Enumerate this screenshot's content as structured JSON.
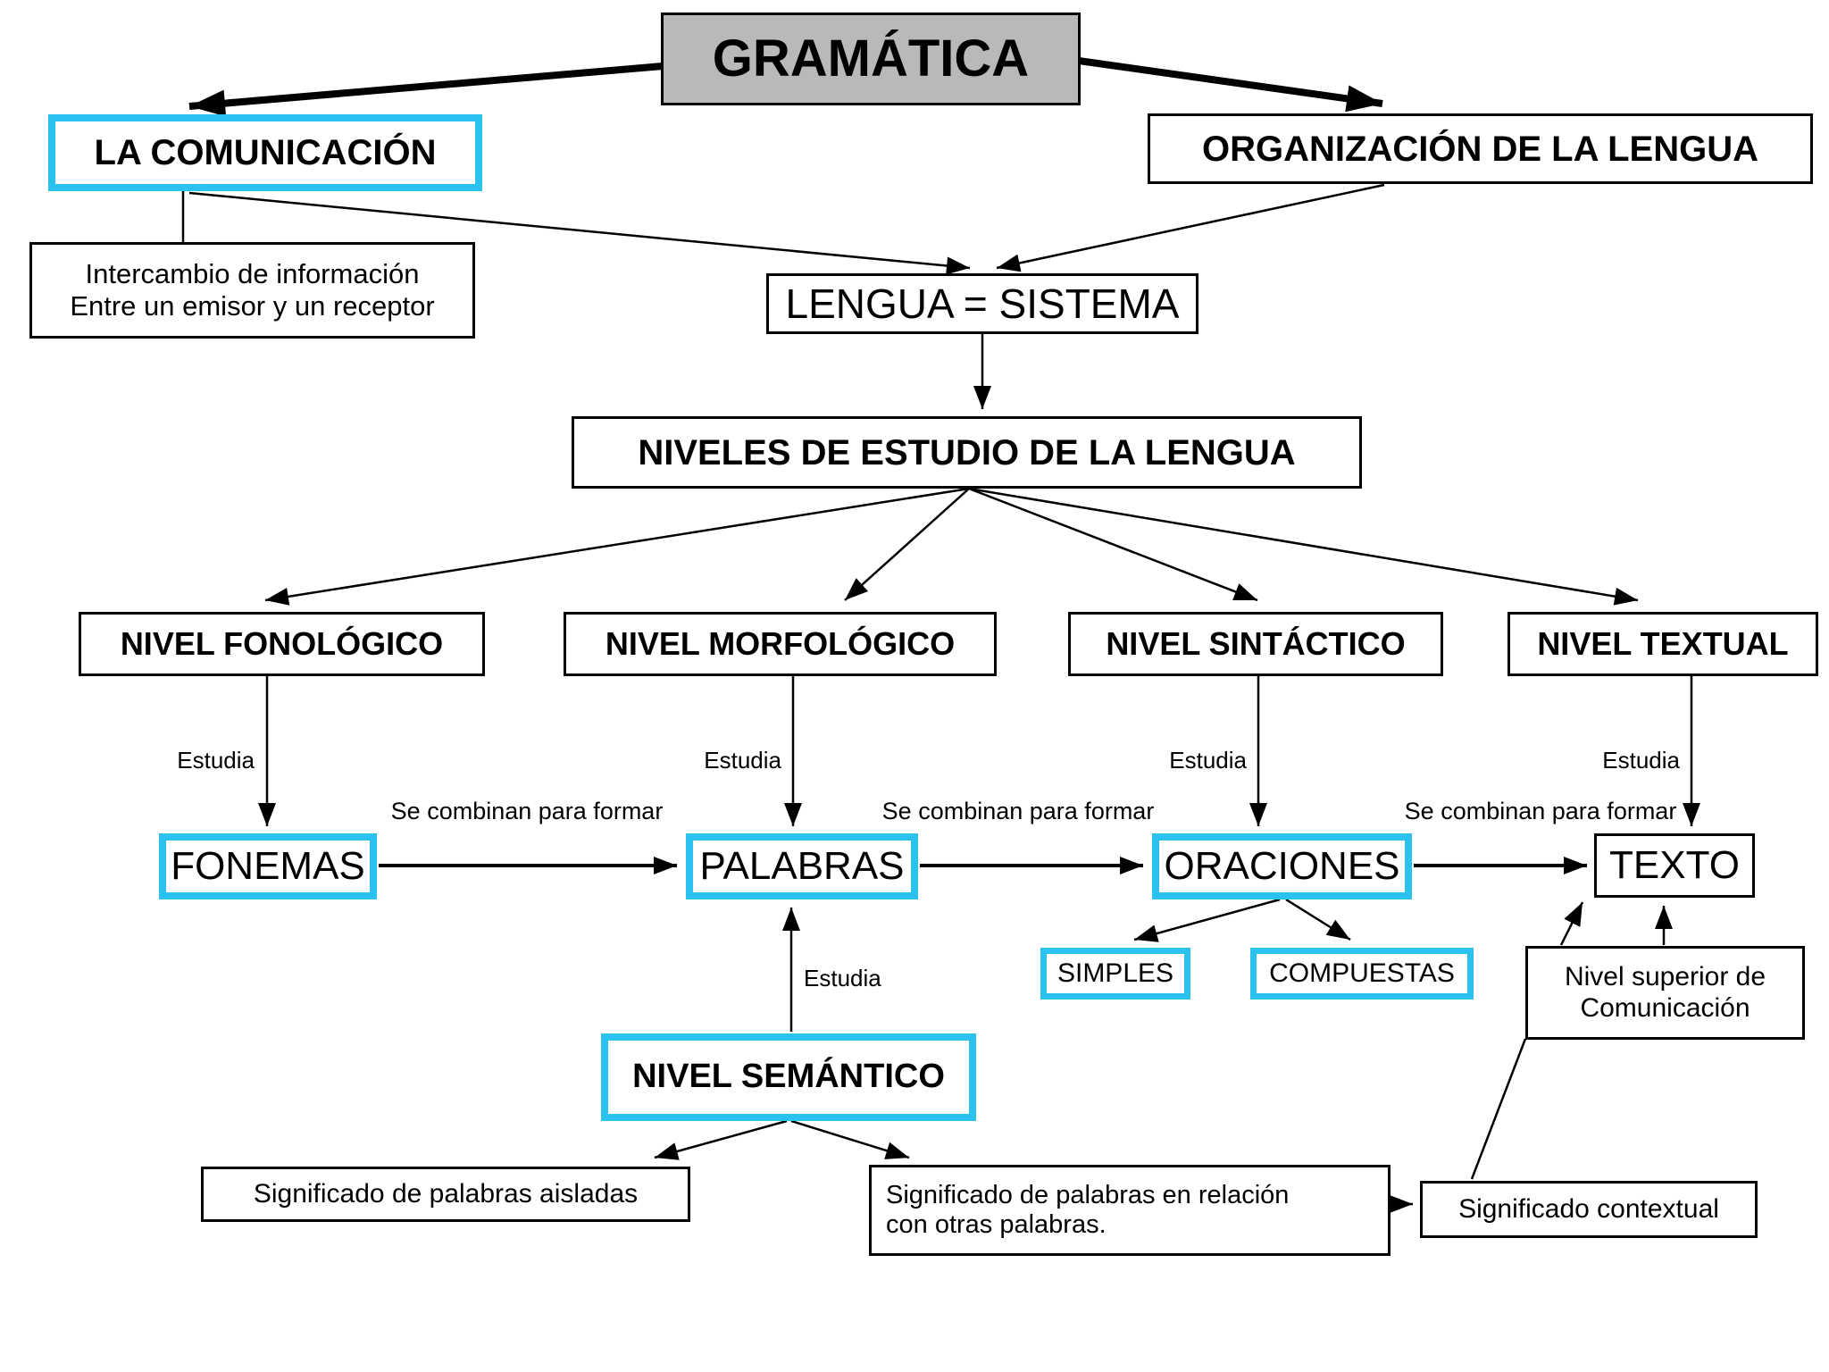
{
  "title": {
    "label": "GRAMÁTICA"
  },
  "colors": {
    "accent_cyan": "#2BC2F0",
    "title_box_fill": "#b9b9b9",
    "line_color": "#000000",
    "background": "#ffffff"
  },
  "nodes": {
    "comunicacion": "LA COMUNICACIÓN",
    "organizacion": "ORGANIZACIÓN DE LA LENGUA",
    "intercambio_line1": "Intercambio de información",
    "intercambio_line2": "Entre un emisor y un receptor",
    "lengua_sistema": "LENGUA = SISTEMA",
    "niveles": "NIVELES DE ESTUDIO DE LA LENGUA",
    "nivel_fonologico": "NIVEL FONOLÓGICO",
    "nivel_morfologico": "NIVEL MORFOLÓGICO",
    "nivel_sintactico": "NIVEL SINTÁCTICO",
    "nivel_textual": "NIVEL TEXTUAL",
    "fonemas": "FONEMAS",
    "palabras": "PALABRAS",
    "oraciones": "ORACIONES",
    "texto": "TEXTO",
    "simples": "SIMPLES",
    "compuestas": "COMPUESTAS",
    "nivel_semantico": "NIVEL SEMÁNTICO",
    "nivel_superior_line1": "Nivel superior de",
    "nivel_superior_line2": "Comunicación",
    "sig_aisladas": "Significado de palabras aisladas",
    "sig_relacion_line1": "Significado de palabras en relación",
    "sig_relacion_line2": "con otras palabras.",
    "sig_contextual": "Significado contextual"
  },
  "edge_labels": {
    "estudia": "Estudia",
    "se_combinan": "Se combinan para formar"
  }
}
